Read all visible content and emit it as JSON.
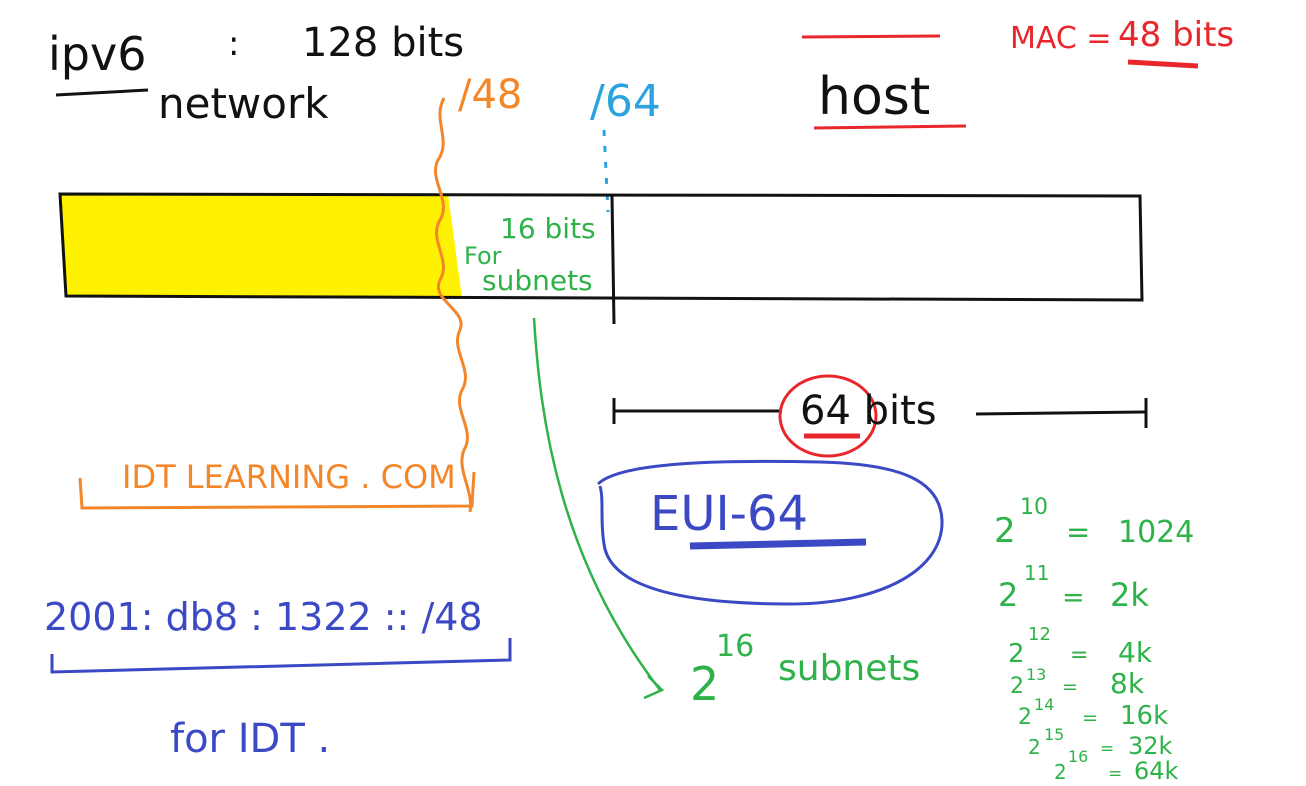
{
  "colors": {
    "black": "#111111",
    "red": "#e8262b",
    "orange": "#f4862a",
    "cyan": "#2aa3e0",
    "green": "#2fb24a",
    "indigo": "#3b49c4",
    "network_fill": "#fff200"
  },
  "title": {
    "ipv6": "ipv6",
    "colon": ":",
    "bits": "128 bits"
  },
  "labels": {
    "network": "network",
    "host": "host",
    "prefix_48": "/48",
    "prefix_64": "/64",
    "subnet_bits": "16 bits",
    "subnet_for": "For",
    "subnets_word": "subnets",
    "host_bits": "64 bits",
    "eui": "EUI-64",
    "brand": "IDT LEARNING . COM",
    "address": "2001: db8 : 1322 :: /48",
    "for_idt": "for IDT .",
    "subnets_count_base": "2",
    "subnets_count_exp": "16",
    "subnets_count_word": "subnets"
  },
  "mac_note": {
    "left": "MAC =",
    "right": "48 bits"
  },
  "powers": [
    {
      "base": "2",
      "exp": "10",
      "eq": "=",
      "value": "1024"
    },
    {
      "base": "2",
      "exp": "11",
      "eq": "=",
      "value": "2k"
    },
    {
      "base": "2",
      "exp": "12",
      "eq": "=",
      "value": "4k"
    },
    {
      "base": "2",
      "exp": "13",
      "eq": "=",
      "value": "8k"
    },
    {
      "base": "2",
      "exp": "14",
      "eq": "=",
      "value": "16k"
    },
    {
      "base": "2",
      "exp": "15",
      "eq": "=",
      "value": "32k"
    },
    {
      "base": "2",
      "exp": "16",
      "eq": "=",
      "value": "64k"
    }
  ]
}
